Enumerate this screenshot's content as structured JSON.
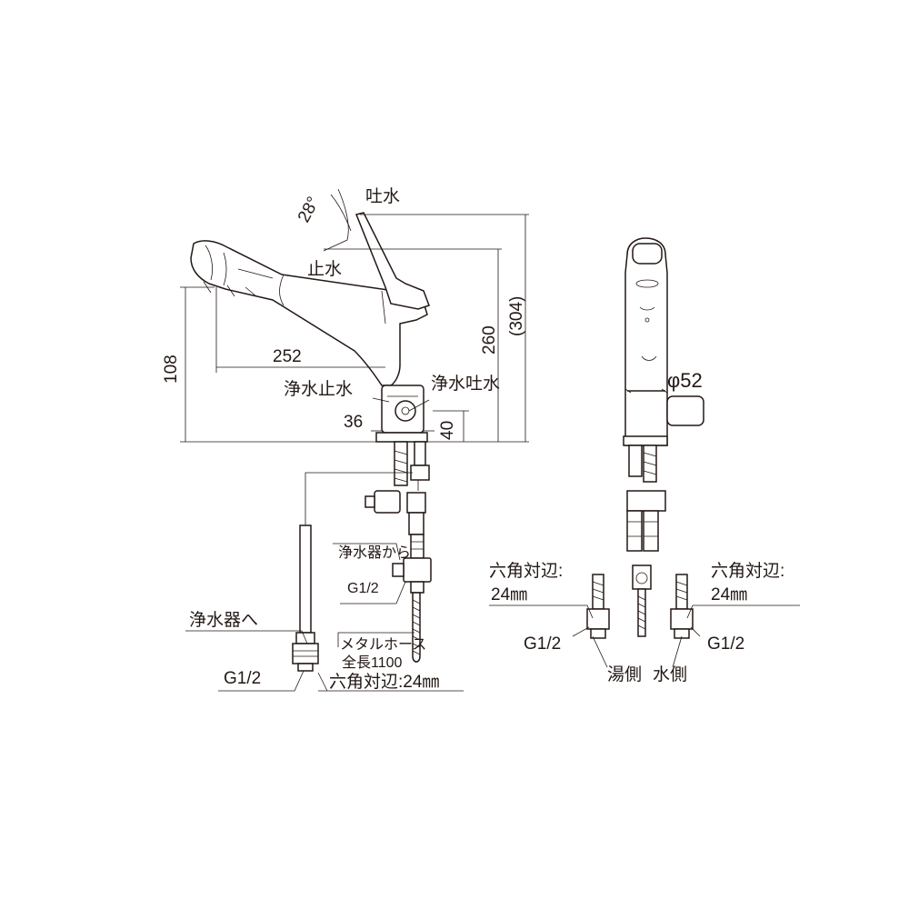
{
  "side_view": {
    "angle": "28°",
    "spout_label": "吐水",
    "stop_label": "止水",
    "height_total": "260",
    "height_overall": "(304)",
    "height_spout": "108",
    "reach": "252",
    "purified_stop": "浄水止水",
    "purified_spout": "浄水吐水",
    "body_width": "36",
    "base_height": "40",
    "from_purifier": "浄水器から",
    "from_thread": "G1/2",
    "to_purifier": "浄水器へ",
    "to_thread": "G1/2",
    "metal_hose": "メタルホース",
    "hose_length": "全長1100",
    "hex_size": "六角対辺:24㎜"
  },
  "front_view": {
    "diameter": "φ52",
    "hex_left_line1": "六角対辺:",
    "hex_left_line2": "24㎜",
    "hex_right_line1": "六角対辺:",
    "hex_right_line2": "24㎜",
    "thread_left": "G1/2",
    "thread_right": "G1/2",
    "hot_side": "湯側",
    "cold_side": "水側"
  }
}
